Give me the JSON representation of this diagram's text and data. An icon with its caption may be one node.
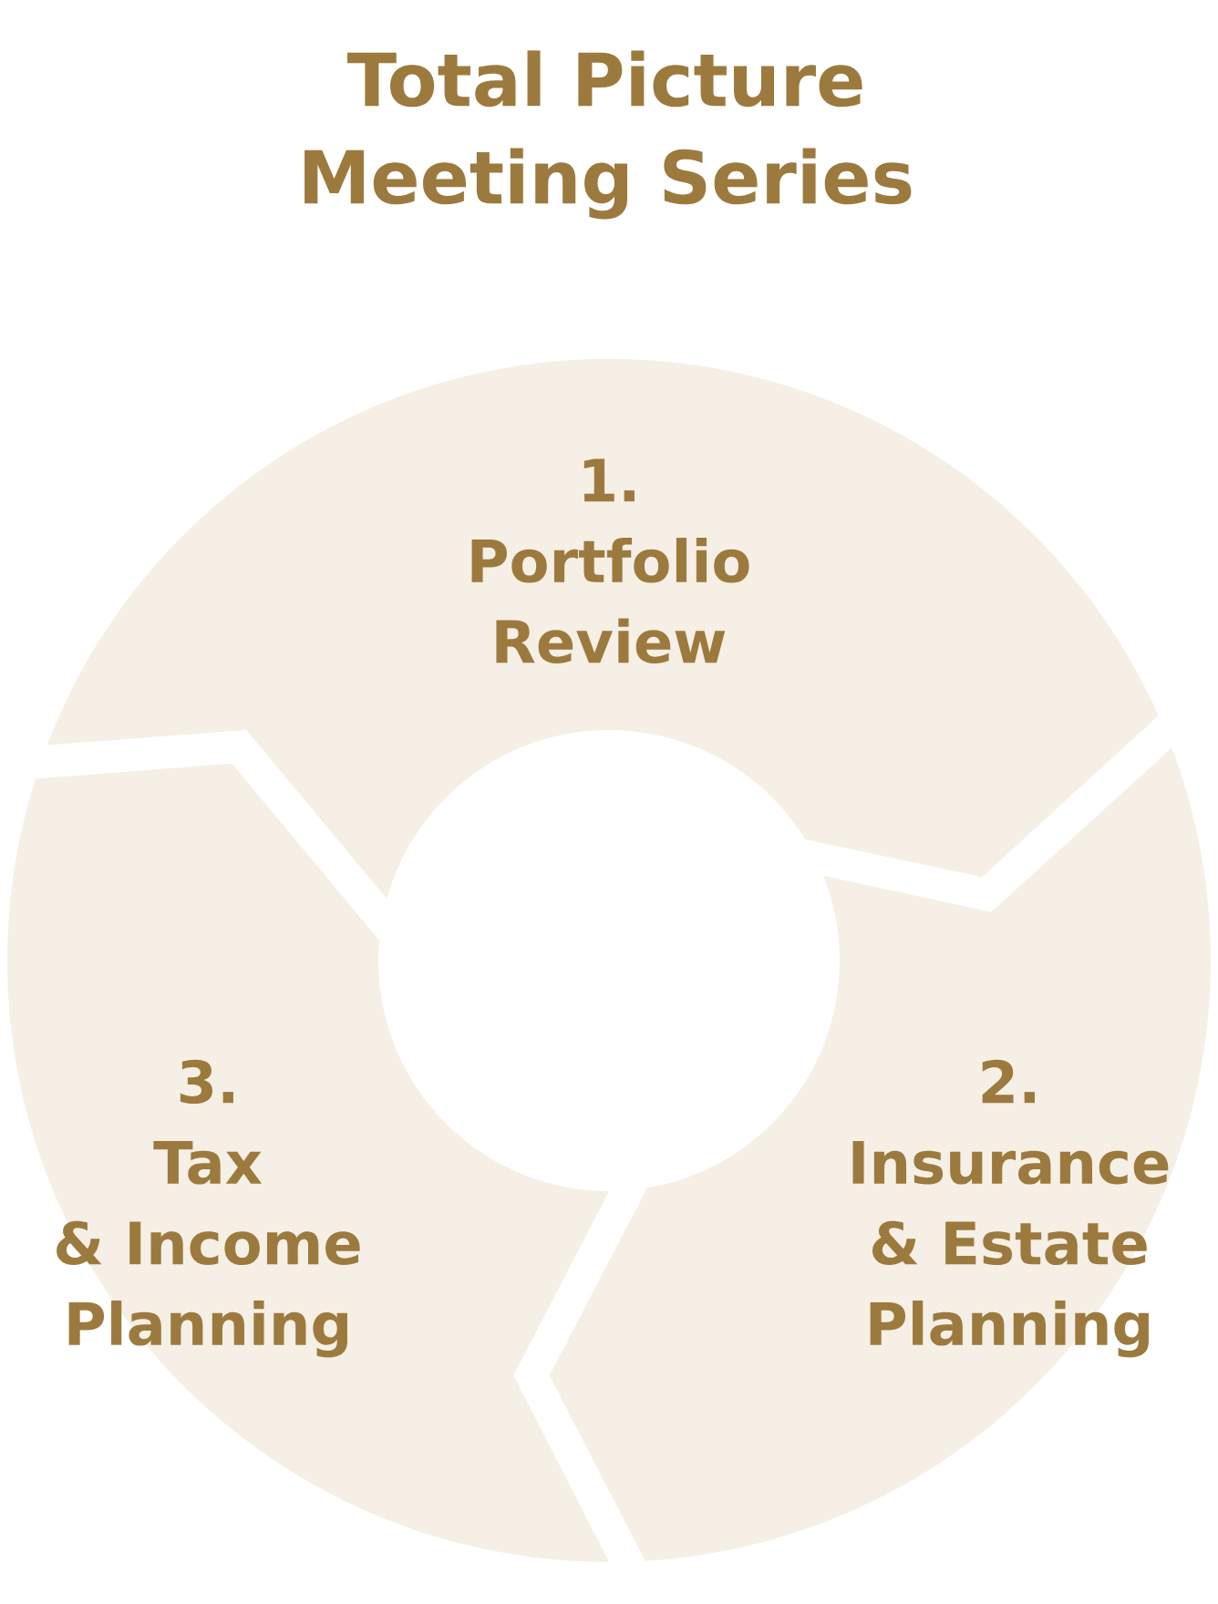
{
  "diagram": {
    "title": "Total Picture Meeting Series",
    "nodes": [
      {
        "text": [
          "1.",
          "Portfolio Review"
        ]
      },
      {
        "text": [
          "2.",
          "Insurance & Estate Planning"
        ]
      },
      {
        "text": [
          "3.",
          "Tax & Income Planning"
        ]
      }
    ]
  }
}
